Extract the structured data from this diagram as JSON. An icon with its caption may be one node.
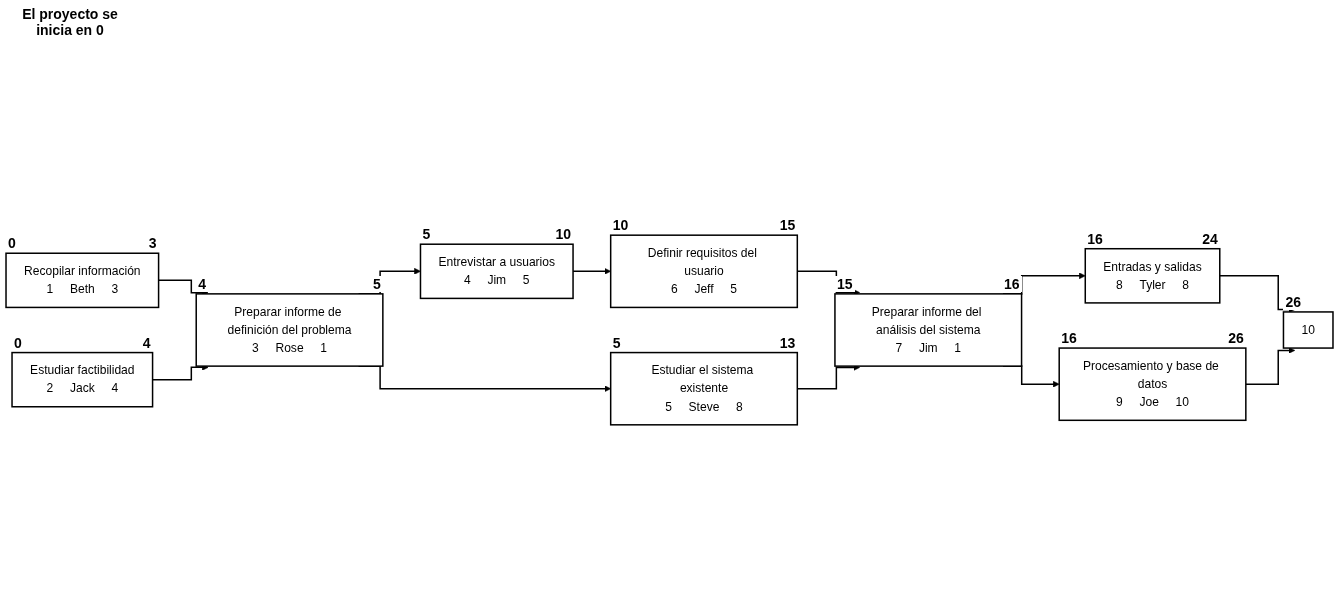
{
  "diagram": {
    "nodes": [
      {
        "text": [
          "Recopilar información",
          "1",
          "Beth",
          "3"
        ],
        "beside": [
          "0",
          "3"
        ]
      },
      {
        "text": [
          "Estudiar factibilidad",
          "2",
          "Jack",
          "4"
        ],
        "beside": [
          "0",
          "4"
        ]
      },
      {
        "text": [
          "Preparar informe de definición del problema",
          "3",
          "Rose",
          "1"
        ],
        "beside": [
          "4",
          "5"
        ]
      },
      {
        "text": [
          "Entrevistar a usuarios",
          "4",
          "Jim",
          "5"
        ],
        "beside": [
          "5",
          "10"
        ]
      },
      {
        "text": [
          "Definir requisitos del usuario",
          "6",
          "Jeff",
          "5"
        ],
        "beside": [
          "10",
          "15"
        ]
      },
      {
        "text": [
          "Estudiar el sistema existente",
          "5",
          "Steve",
          "8"
        ],
        "beside": [
          "5",
          "13"
        ]
      },
      {
        "text": [
          "Preparar informe del análisis del sistema",
          "7",
          "Jim",
          "1"
        ],
        "beside": [
          "15",
          "16"
        ]
      },
      {
        "text": [
          "Entradas y salidas",
          "8",
          "Tyler",
          "8"
        ],
        "beside": [
          "16",
          "24"
        ]
      },
      {
        "text": [
          "Procesamiento y base de datos",
          "9",
          "Joe",
          "10"
        ],
        "beside": [
          "16",
          "26"
        ]
      },
      {
        "text": [
          "10"
        ],
        "beside": [
          "26"
        ]
      }
    ],
    "edges": [
      {
        "from": 0,
        "to": 2,
        "arrow": "to"
      },
      {
        "from": 1,
        "to": 2,
        "arrow": "to"
      },
      {
        "from": 2,
        "to": 3,
        "arrow": "to"
      },
      {
        "from": 2,
        "to": 5,
        "arrow": "to"
      },
      {
        "from": 3,
        "to": 4,
        "arrow": "to"
      },
      {
        "from": 4,
        "to": 6,
        "arrow": "to"
      },
      {
        "from": 5,
        "to": 6,
        "arrow": "to"
      },
      {
        "from": 6,
        "to": 7,
        "arrow": "to"
      },
      {
        "from": 6,
        "to": 8,
        "arrow": "to"
      },
      {
        "from": 7,
        "to": 9,
        "arrow": "to"
      },
      {
        "from": 8,
        "to": 9,
        "arrow": "to"
      }
    ],
    "labels": [
      "El proyecto se inicia en 0"
    ]
  }
}
